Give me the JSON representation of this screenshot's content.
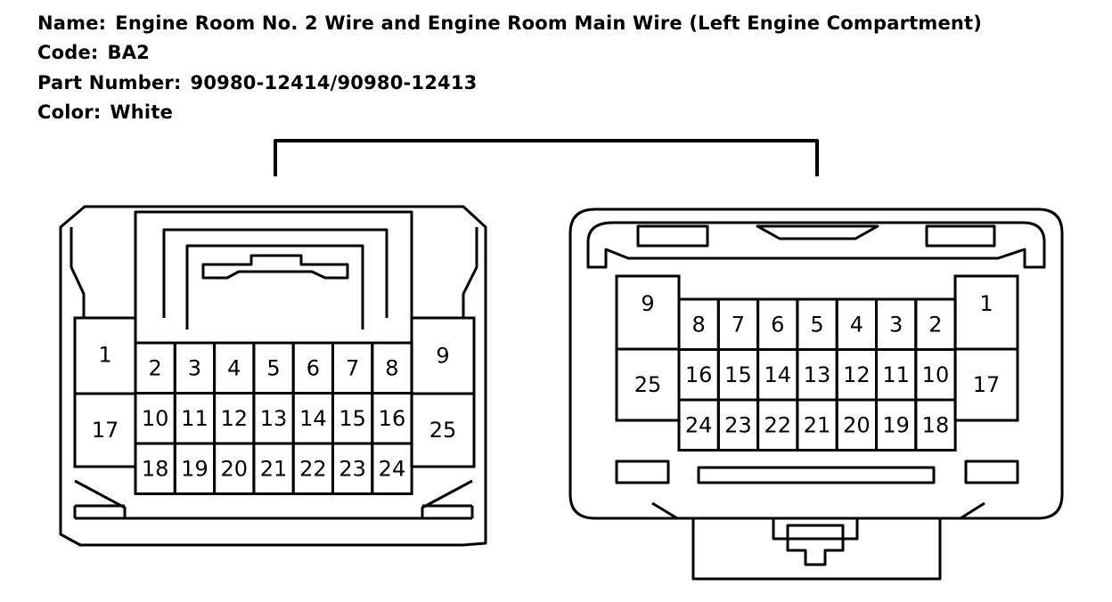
{
  "header": {
    "name_label": "Name:",
    "name_value": "Engine Room No. 2 Wire and Engine Room Main Wire (Left Engine Compartment)",
    "code_label": "Code:",
    "code_value": "BA2",
    "part_label": "Part Number:",
    "part_value": "90980-12414/90980-12413",
    "color_label": "Color:",
    "color_value": "White"
  },
  "connectors": [
    {
      "id": "left",
      "small_pins": [
        "2",
        "3",
        "4",
        "5",
        "6",
        "7",
        "8",
        "10",
        "11",
        "12",
        "13",
        "14",
        "15",
        "16",
        "18",
        "19",
        "20",
        "21",
        "22",
        "23",
        "24"
      ],
      "big_pins": [
        "1",
        "17",
        "9",
        "25"
      ]
    },
    {
      "id": "right",
      "small_pins": [
        "8",
        "7",
        "6",
        "5",
        "4",
        "3",
        "2",
        "16",
        "15",
        "14",
        "13",
        "12",
        "11",
        "10",
        "24",
        "23",
        "22",
        "21",
        "20",
        "19",
        "18"
      ],
      "big_pins": [
        "9",
        "25",
        "1",
        "17"
      ]
    }
  ]
}
